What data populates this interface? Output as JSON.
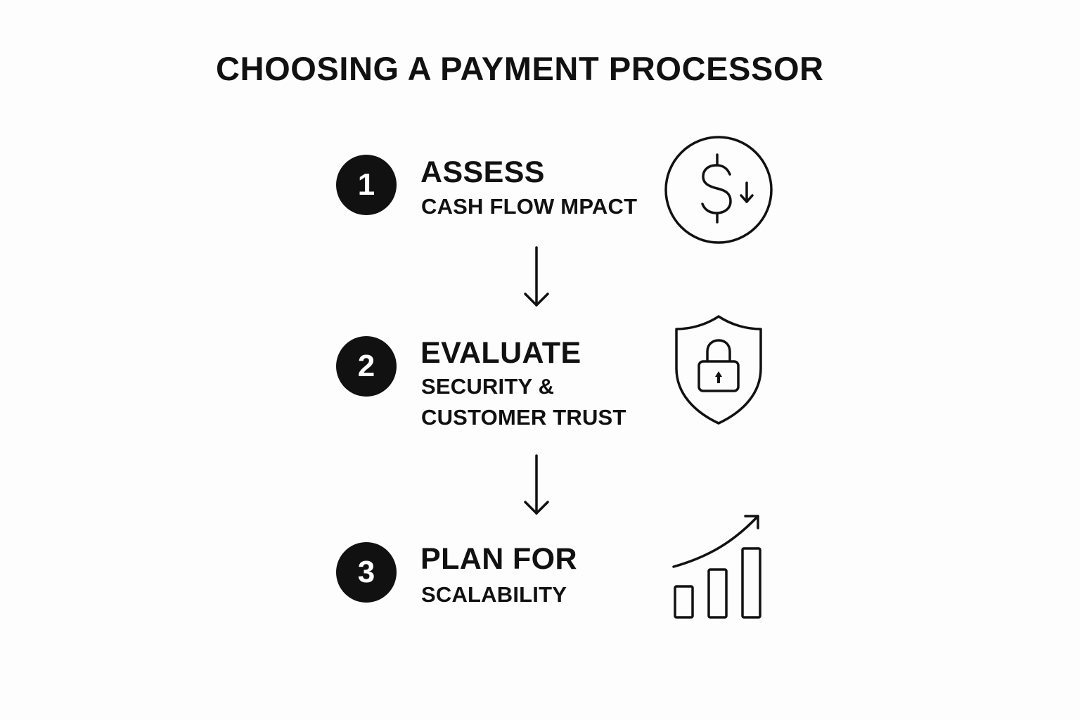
{
  "title": "CHOOSING A PAYMENT PROCESSOR",
  "steps": [
    {
      "number": "1",
      "heading": "ASSESS",
      "subtitle_lines": [
        "CASH FLOW MPACT"
      ],
      "icon": "dollar-down-icon"
    },
    {
      "number": "2",
      "heading": "EVALUATE",
      "subtitle_lines": [
        "SECURITY &",
        "CUSTOMER TRUST"
      ],
      "icon": "shield-lock-icon"
    },
    {
      "number": "3",
      "heading": "PLAN FOR",
      "subtitle_lines": [
        "SCALABILITY"
      ],
      "icon": "growth-chart-icon"
    }
  ],
  "colors": {
    "background": "#fdfdfd",
    "foreground": "#111111",
    "badge_text": "#ffffff"
  }
}
